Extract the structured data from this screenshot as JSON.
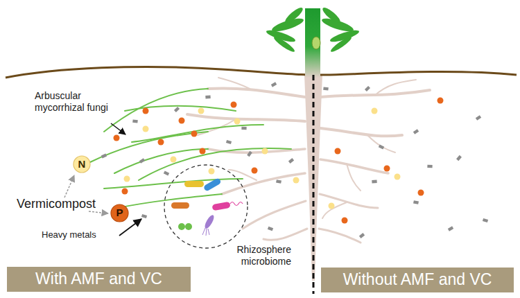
{
  "diagram": {
    "nodes": [
      {
        "text": [
          "N"
        ]
      },
      {
        "text": [
          "P"
        ]
      },
      {
        "text": [
          "With AMF and VC"
        ]
      },
      {
        "text": [
          "Without AMF and VC"
        ]
      }
    ],
    "labels": [
      "Arbuscular mycorrhizal fungi",
      "Vermicompost",
      "Heavy metals",
      "Rhizosphere microbiome"
    ]
  }
}
